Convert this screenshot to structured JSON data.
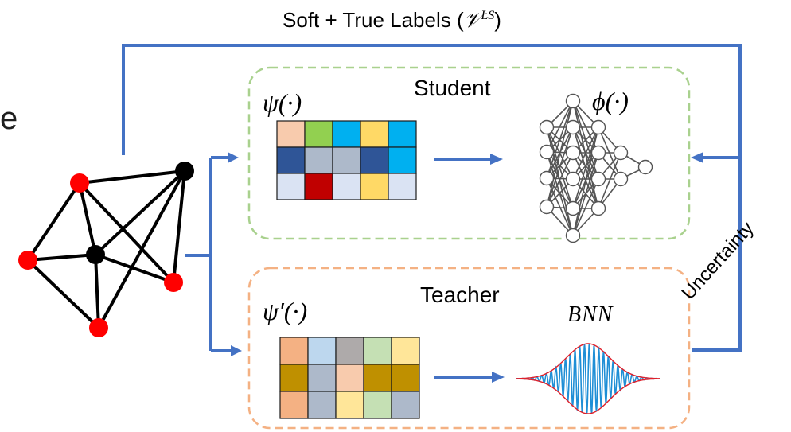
{
  "top_label": {
    "text": "Soft + True Labels (",
    "math": "𝒱",
    "sup": "LS",
    "close": ")"
  },
  "partial_letter": "e",
  "student": {
    "title": "Student",
    "embed_label": "ψ(·)",
    "model_label": "ϕ(·)"
  },
  "teacher": {
    "title": "Teacher",
    "embed_label": "ψ′(·)",
    "model_label": "BNN"
  },
  "feedback_label": "Uncertainty",
  "colors": {
    "arrow": "#4472c4",
    "student_border": "#a9d18e",
    "teacher_border": "#f4b183",
    "node_red": "#ff0000",
    "node_black": "#000000",
    "wave": "#1f8fd6",
    "envelope": "#e0202a"
  },
  "student_grid": [
    [
      "#f8cbad",
      "#92d050",
      "#00b0f0",
      "#ffd966",
      "#00b0f0"
    ],
    [
      "#2f5597",
      "#adb9ca",
      "#adb9ca",
      "#2f5597",
      "#00b0f0"
    ],
    [
      "#dae3f3",
      "#c00000",
      "#dae3f3",
      "#ffd966",
      "#dae3f3"
    ]
  ],
  "teacher_grid": [
    [
      "#f4b183",
      "#bdd7ee",
      "#aeaaaa",
      "#c5e0b4",
      "#ffe699"
    ],
    [
      "#bf9000",
      "#adb9ca",
      "#f8cbad",
      "#bf9000",
      "#bf9000"
    ],
    [
      "#f4b183",
      "#adb9ca",
      "#ffe699",
      "#c5e0b4",
      "#adb9ca"
    ]
  ]
}
